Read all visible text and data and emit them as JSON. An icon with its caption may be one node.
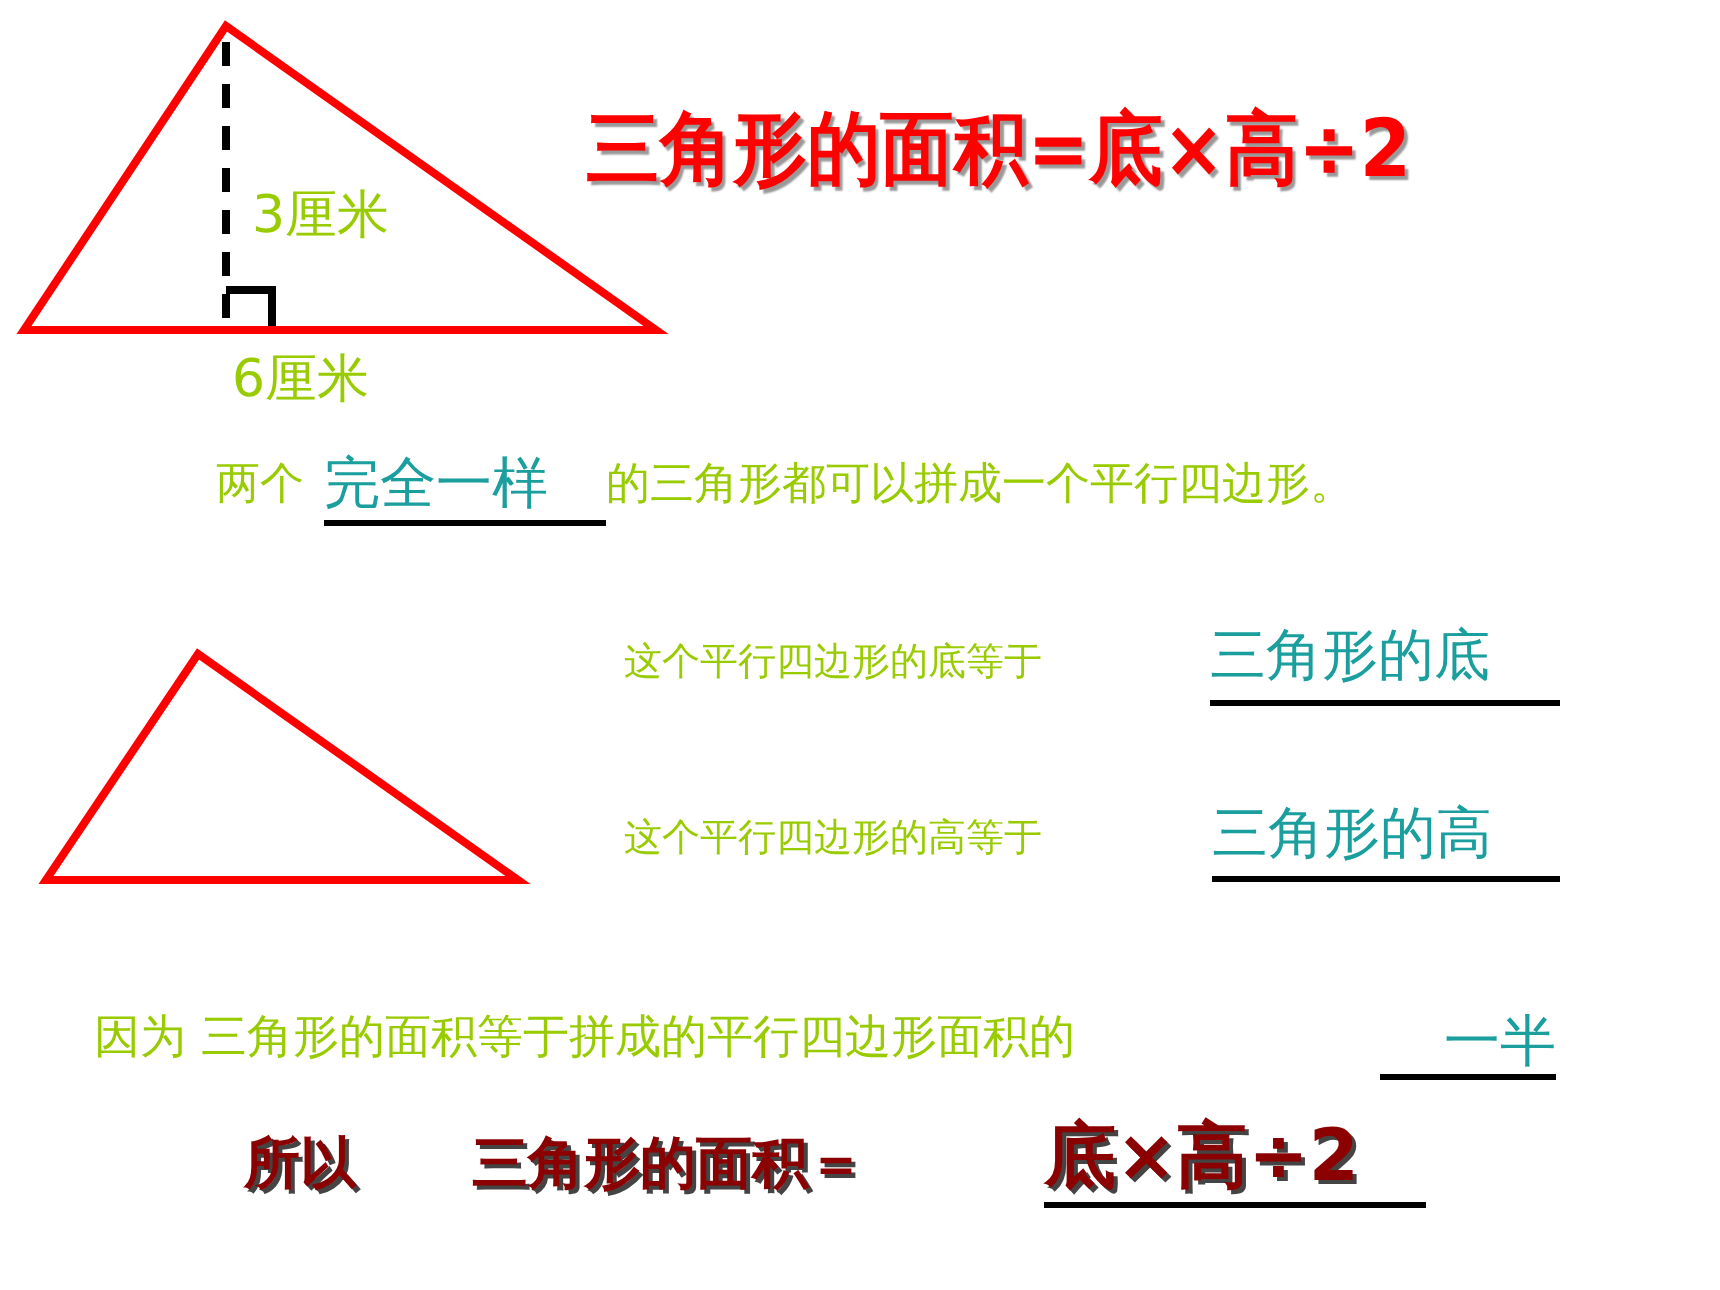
{
  "diagram": {
    "title": "三角形的面积=底×高÷2",
    "nodes": [
      {
        "text": [
          "3厘米"
        ],
        "beside": [
          "6厘米"
        ]
      },
      {
        "text": [],
        "shape": "triangle"
      }
    ],
    "labels": [
      "两个",
      "完全一样",
      "的三角形都可以拼成一个平行四边形。",
      "这个平行四边形的底等于",
      "三角形的底",
      "这个平行四边形的高等于",
      "三角形的高",
      "因为 三角形的面积等于拼成的平行四边形面积的",
      "一半",
      "所以",
      "三角形的面积＝",
      "底×高÷2"
    ]
  }
}
